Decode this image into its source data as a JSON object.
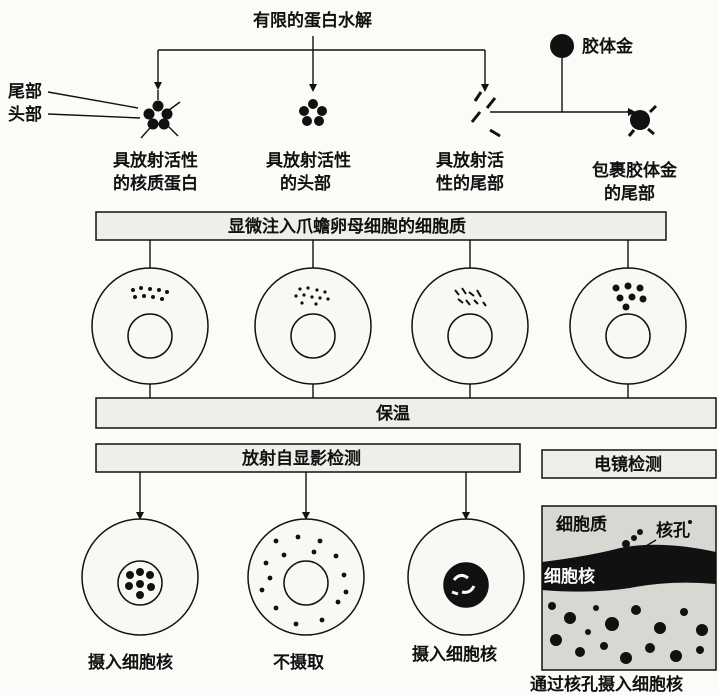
{
  "labels": {
    "top": "有限的蛋白水解",
    "tail": "尾部",
    "head": "头部",
    "gold": "胶体金",
    "col1a": "具放射活性",
    "col1b": "的核质蛋白",
    "col2a": "具放射活性",
    "col2b": "的头部",
    "col3a": "具放射活",
    "col3b": "性的尾部",
    "col4a": "包裹胶体金",
    "col4b": "的尾部",
    "inject": "显微注入爪蟾卵母细胞的细胞质",
    "incubate": "保温",
    "autorad": "放射自显影检测",
    "em": "电镜检测",
    "res1": "摄入细胞核",
    "res2": "不摄取",
    "res3": "摄入细胞核",
    "res4": "通过核孔摄入细胞核",
    "micro_cytoplasm": "细胞质",
    "micro_pore": "核孔",
    "micro_nucleus": "细胞核"
  }
}
